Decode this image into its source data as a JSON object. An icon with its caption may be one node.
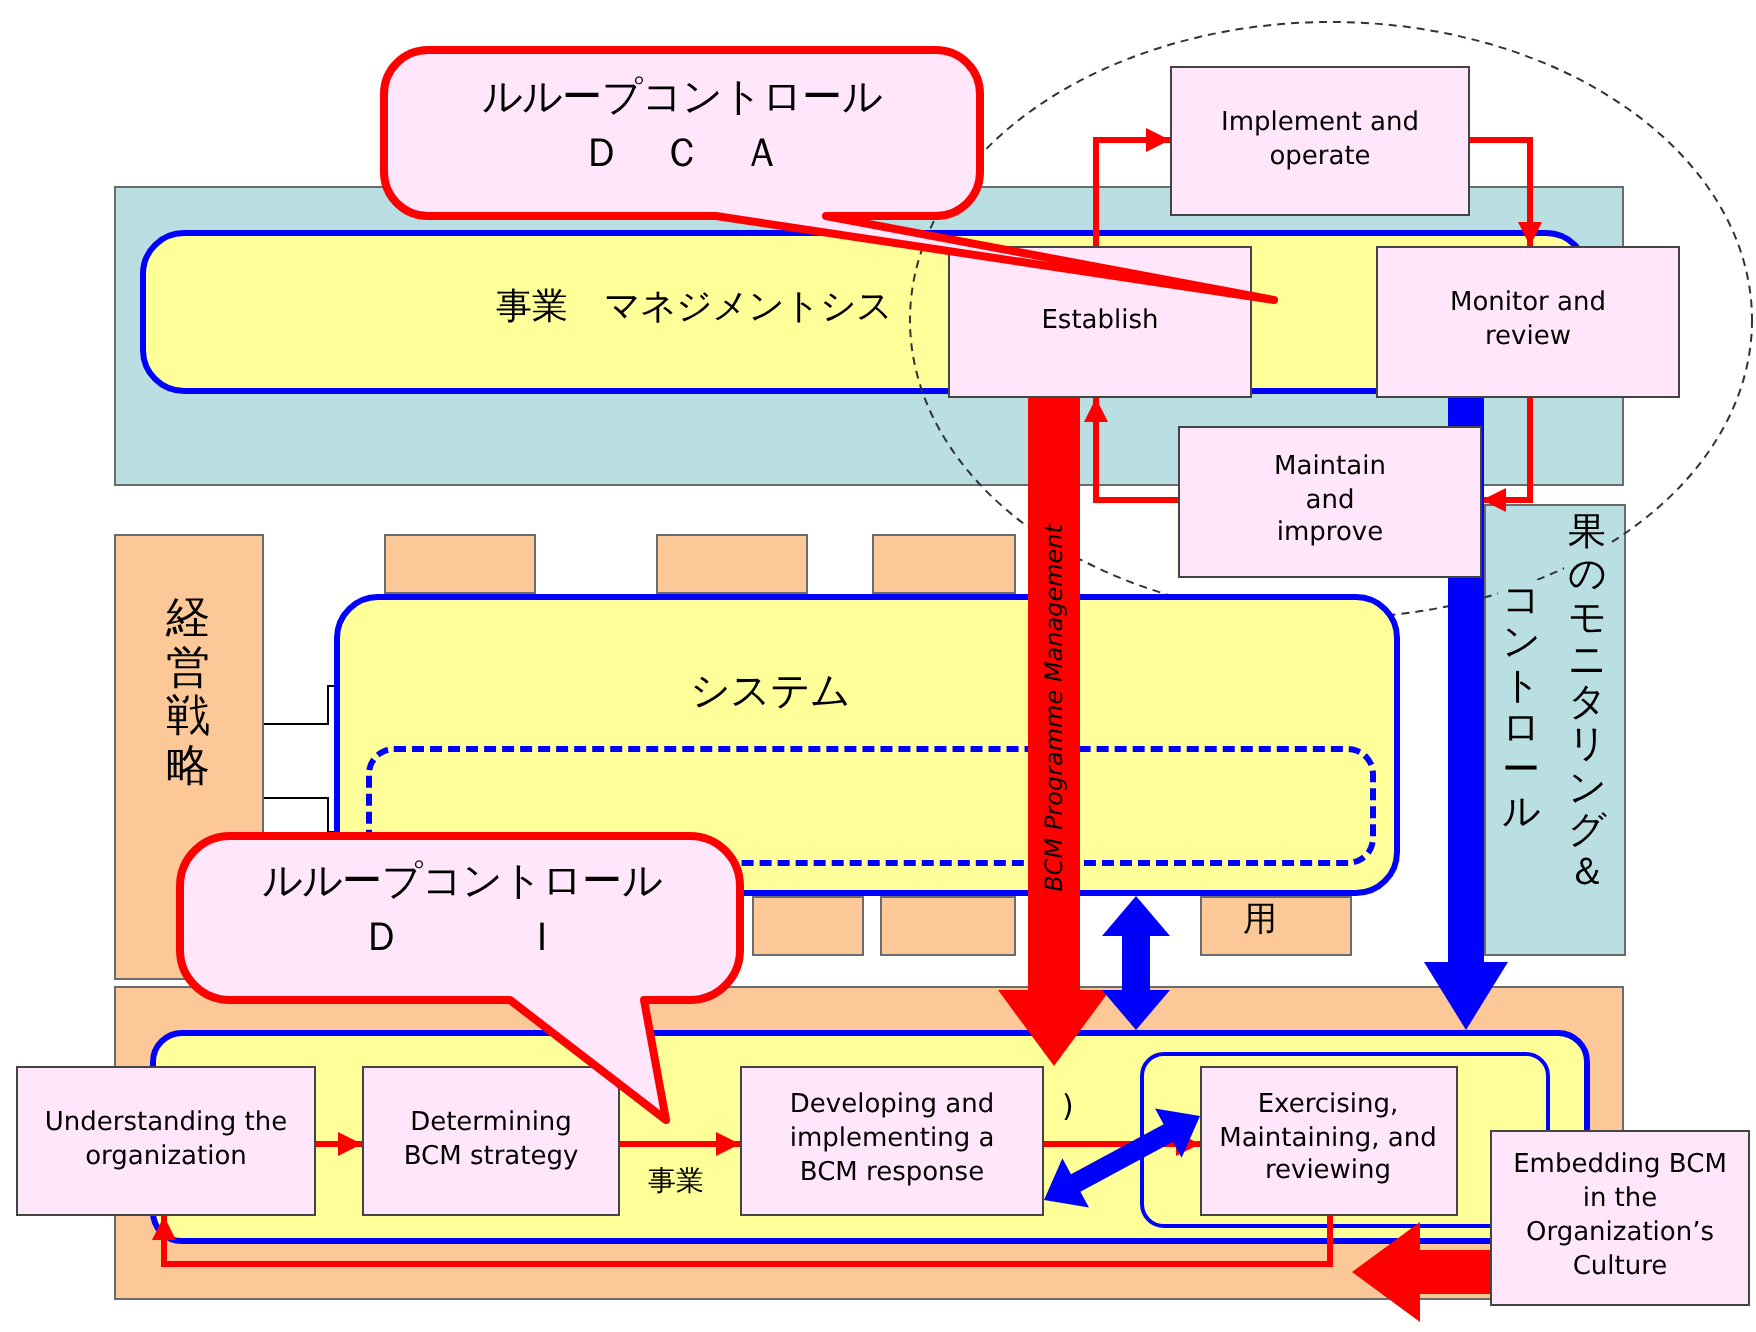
{
  "diagram": {
    "nodes": [
      {
        "text": [],
        "shape": "box"
      },
      {
        "text": [
          "事業　マネジメントシス"
        ],
        "in": 0
      },
      {
        "text": [
          "コントロール",
          "果のモニタリング＆"
        ]
      },
      {
        "text": [],
        "shape": "ellipse"
      },
      {
        "text": [
          "Implement and operate"
        ],
        "in": 3
      },
      {
        "text": [
          "Establish"
        ]
      },
      {
        "text": [
          "Monitor and review"
        ],
        "in": 3
      },
      {
        "text": [
          "Maintain and improve"
        ],
        "in": 3
      },
      {
        "text": [
          "ルループコントロール",
          "Ｄ　Ｃ　Ａ"
        ]
      },
      {
        "text": [
          "経営戦略"
        ]
      },
      {
        "text": [],
        "shape": "box"
      },
      {
        "text": [],
        "shape": "box"
      },
      {
        "text": [],
        "shape": "box"
      },
      {
        "text": [
          "システム"
        ]
      },
      {
        "text": [],
        "shape": "box",
        "in": 13
      },
      {
        "text": [],
        "shape": "box"
      },
      {
        "text": [],
        "shape": "box"
      },
      {
        "text": [
          "用"
        ]
      },
      {
        "text": [
          "ルループコントロール",
          "Ｄ　　　Ｉ"
        ]
      },
      {
        "text": [],
        "shape": "box"
      },
      {
        "text": [
          "事業"
        ],
        "in": 19
      },
      {
        "text": [
          "Understanding the organization"
        ]
      },
      {
        "text": [
          "Determining BCM strategy"
        ],
        "in": 20
      },
      {
        "text": [
          "Developing and implementing a BCM response"
        ],
        "in": 20
      },
      {
        "text": [],
        "shape": "box",
        "in": 20
      },
      {
        "text": [
          "Exercising, Maintaining, and reviewing"
        ],
        "in": 24
      },
      {
        "text": [
          "Embedding BCM in the Organization’s Culture"
        ]
      }
    ],
    "edges": [
      {
        "from": 5,
        "to": 4,
        "arrow": "to"
      },
      {
        "from": 4,
        "to": 6,
        "arrow": "to"
      },
      {
        "from": 6,
        "to": 7,
        "arrow": "to"
      },
      {
        "from": 7,
        "to": 5,
        "arrow": "to"
      },
      {
        "from": 9,
        "to": 13,
        "arrow": "none",
        "color": "#000000"
      },
      {
        "from": 9,
        "to": 13,
        "arrow": "none",
        "color": "#000000"
      },
      {
        "from": 1,
        "to": 23,
        "arrow": "to",
        "label": "BCM Programme Management",
        "style": "thick"
      },
      {
        "from": 13,
        "to": 20,
        "arrow": "both",
        "style": "thick",
        "color": "#0000ff"
      },
      {
        "from": 1,
        "to": 20,
        "arrow": "to",
        "style": "thick",
        "color": "#0000ff"
      },
      {
        "from": 21,
        "to": 22,
        "arrow": "to"
      },
      {
        "from": 22,
        "to": 23,
        "arrow": "to"
      },
      {
        "from": 23,
        "to": 25,
        "arrow": "to"
      },
      {
        "from": 25,
        "to": 21,
        "arrow": "to"
      },
      {
        "from": 23,
        "to": 25,
        "arrow": "both",
        "style": "thick",
        "color": "#0000ff"
      },
      {
        "from": 26,
        "to": null,
        "arrow": "to",
        "style": "thick"
      }
    ],
    "labels": [
      ")"
    ]
  }
}
